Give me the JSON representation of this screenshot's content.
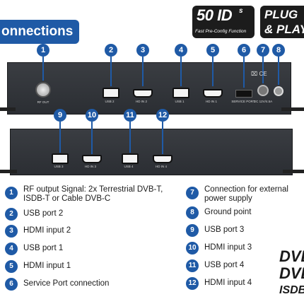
{
  "header": {
    "title": "onnections",
    "badge_ids": {
      "big": "50 ID",
      "sup": "s",
      "sub": "Fast Pre-Config Function"
    },
    "badge_plug": {
      "line1": "PLUG",
      "line2": "& PLAY"
    }
  },
  "device_top": {
    "ports": [
      {
        "num": "1",
        "label": "RF OUT"
      },
      {
        "num": "2",
        "label": "USB 2"
      },
      {
        "num": "3",
        "label": "HD IN 2"
      },
      {
        "num": "4",
        "label": "USB 1"
      },
      {
        "num": "5",
        "label": "HD IN 1"
      },
      {
        "num": "6",
        "label": "SERVICE PORT"
      },
      {
        "num": "7",
        "label": "DC 12V/4.5A"
      },
      {
        "num": "8",
        "label": ""
      }
    ],
    "ce_mark": "⌧ CE"
  },
  "device_bottom": {
    "ports": [
      {
        "num": "9",
        "label": "USB 3"
      },
      {
        "num": "10",
        "label": "HD IN 3"
      },
      {
        "num": "11",
        "label": "USB 4"
      },
      {
        "num": "12",
        "label": "HD IN 4"
      }
    ]
  },
  "legend": {
    "left": [
      {
        "num": "1",
        "text": "RF output Signal: 2x Terrestrial DVB-T, ISDB-T or Cable DVB-C"
      },
      {
        "num": "2",
        "text": "USB port 2"
      },
      {
        "num": "3",
        "text": "HDMI input 2"
      },
      {
        "num": "4",
        "text": "USB port 1"
      },
      {
        "num": "5",
        "text": "HDMI input 1"
      },
      {
        "num": "6",
        "text": "Service Port connection"
      }
    ],
    "right": [
      {
        "num": "7",
        "text": "Connection for external power supply"
      },
      {
        "num": "8",
        "text": "Ground point"
      },
      {
        "num": "9",
        "text": "USB port 3"
      },
      {
        "num": "10",
        "text": "HDMI input 3"
      },
      {
        "num": "11",
        "text": "USB port 4"
      },
      {
        "num": "12",
        "text": "HDMI input 4"
      }
    ]
  },
  "logos": {
    "dvb1": "DVB",
    "dvb2": "DVB",
    "isdb": "ISDB"
  },
  "colors": {
    "accent": "#1f5aa6",
    "device": "#2f3237"
  }
}
